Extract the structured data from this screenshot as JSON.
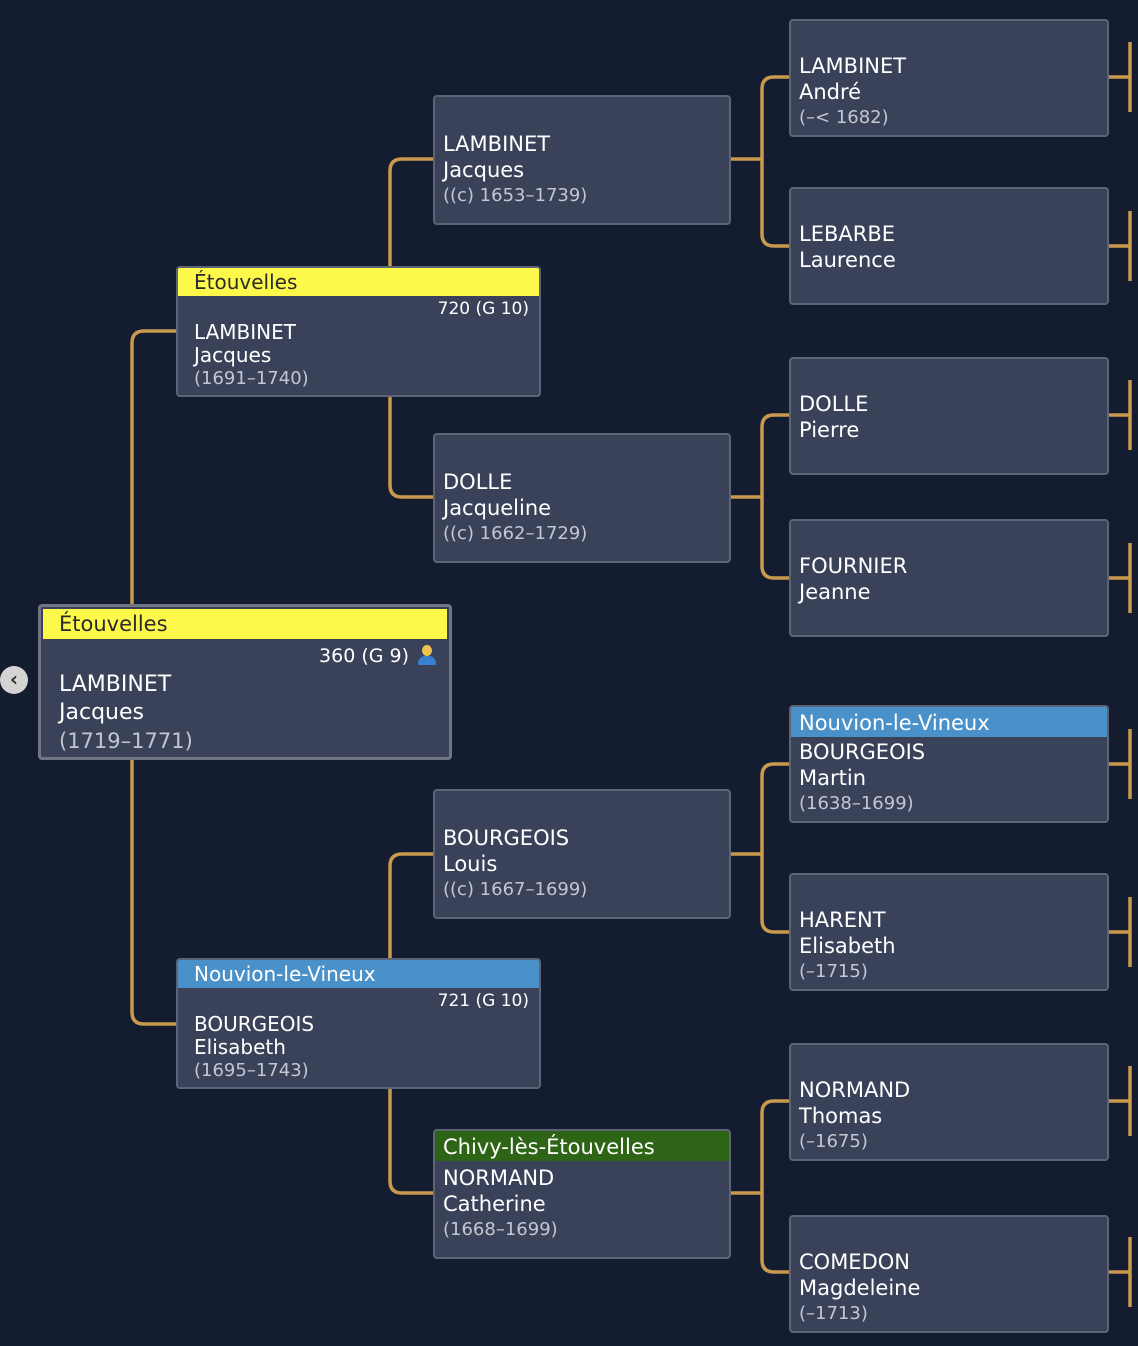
{
  "navigation": {
    "back_icon": "chevron-left-icon"
  },
  "colors": {
    "background": "#141c2f",
    "card": "#3a4259",
    "connector": "#c99a4e",
    "place_yellow": "#fdf94a",
    "place_blue": "#4b91c9",
    "place_green": "#2d6415"
  },
  "root": {
    "place": "Étouvelles",
    "sosa": "360 (G 9)",
    "surname": "LAMBINET",
    "given": "Jacques",
    "dates": "(1719–1771)",
    "icon": "person-icon"
  },
  "parents": [
    {
      "place": "Étouvelles",
      "sosa": "720 (G 10)",
      "surname": "LAMBINET",
      "given": "Jacques",
      "dates": "(1691–1740)"
    },
    {
      "place": "Nouvion-le-Vineux",
      "sosa": "721 (G 10)",
      "surname": "BOURGEOIS",
      "given": "Elisabeth",
      "dates": "(1695–1743)"
    }
  ],
  "grandparents": [
    {
      "place": "",
      "surname": "LAMBINET",
      "given": "Jacques",
      "dates": "((c) 1653–1739)"
    },
    {
      "place": "",
      "surname": "DOLLE",
      "given": "Jacqueline",
      "dates": "((c) 1662–1729)"
    },
    {
      "place": "",
      "surname": "BOURGEOIS",
      "given": "Louis",
      "dates": "((c) 1667–1699)"
    },
    {
      "place": "Chivy-lès-Étouvelles",
      "surname": "NORMAND",
      "given": "Catherine",
      "dates": "(1668–1699)"
    }
  ],
  "great_grandparents": [
    {
      "place": "",
      "surname": "LAMBINET",
      "given": "André",
      "dates": "(–< 1682)"
    },
    {
      "place": "",
      "surname": "LEBARBE",
      "given": "Laurence",
      "dates": ""
    },
    {
      "place": "",
      "surname": "DOLLE",
      "given": "Pierre",
      "dates": ""
    },
    {
      "place": "",
      "surname": "FOURNIER",
      "given": "Jeanne",
      "dates": ""
    },
    {
      "place": "Nouvion-le-Vineux",
      "surname": "BOURGEOIS",
      "given": "Martin",
      "dates": "(1638–1699)"
    },
    {
      "place": "",
      "surname": "HARENT",
      "given": "Elisabeth",
      "dates": "(–1715)"
    },
    {
      "place": "",
      "surname": "NORMAND",
      "given": "Thomas",
      "dates": "(–1675)"
    },
    {
      "place": "",
      "surname": "COMEDON",
      "given": "Magdeleine",
      "dates": "(–1713)"
    }
  ]
}
